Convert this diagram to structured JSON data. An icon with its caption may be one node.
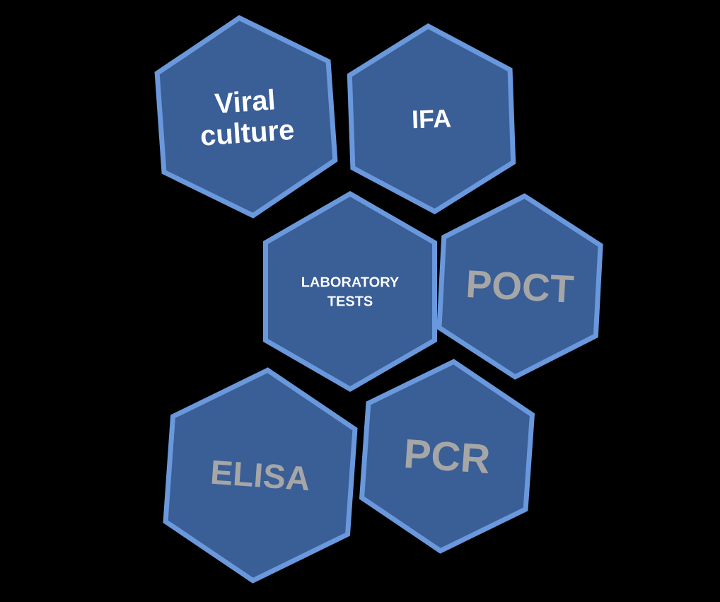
{
  "diagram": {
    "nodes": [
      {
        "text": [
          "Viral culture"
        ]
      },
      {
        "text": [
          "IFA"
        ]
      },
      {
        "text": [
          "LABORATORY TESTS"
        ]
      },
      {
        "text": [
          "POCT"
        ]
      },
      {
        "text": [
          "ELISA"
        ]
      },
      {
        "text": [
          "PCR"
        ]
      }
    ]
  }
}
